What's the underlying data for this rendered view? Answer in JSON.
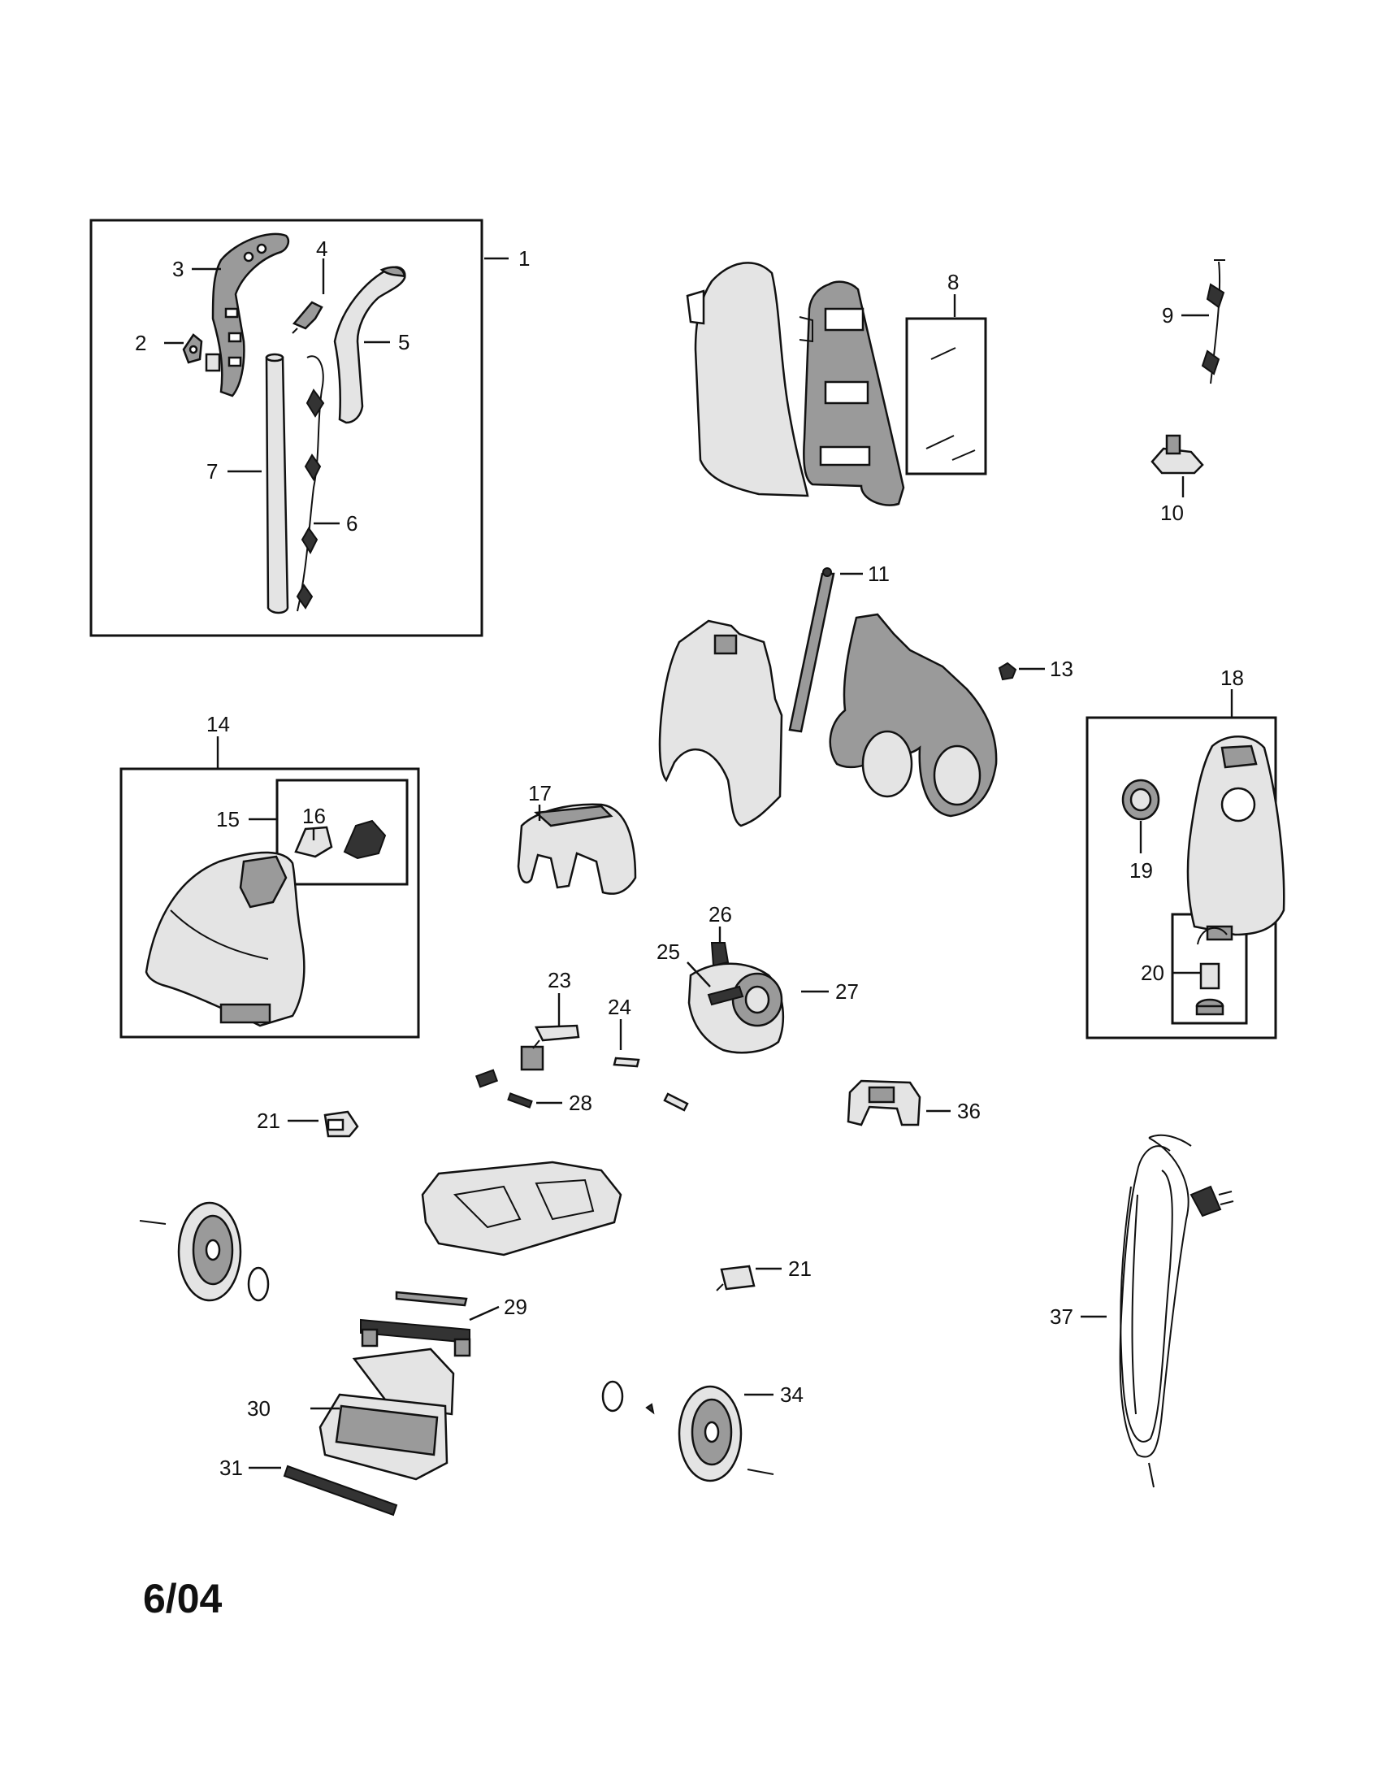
{
  "revision_date": "6/04",
  "part_labels": {
    "p1": "1",
    "p2": "2",
    "p3": "3",
    "p4": "4",
    "p5": "5",
    "p6": "6",
    "p7": "7",
    "p8": "8",
    "p9": "9",
    "p10": "10",
    "p11": "11",
    "p13": "13",
    "p14": "14",
    "p15": "15",
    "p16": "16",
    "p17": "17",
    "p18": "18",
    "p19": "19",
    "p20": "20",
    "p21a": "21",
    "p21b": "21",
    "p23": "23",
    "p24": "24",
    "p25": "25",
    "p26": "26",
    "p27": "27",
    "p28": "28",
    "p29": "29",
    "p30": "30",
    "p31": "31",
    "p34": "34",
    "p36": "36",
    "p37": "37"
  }
}
